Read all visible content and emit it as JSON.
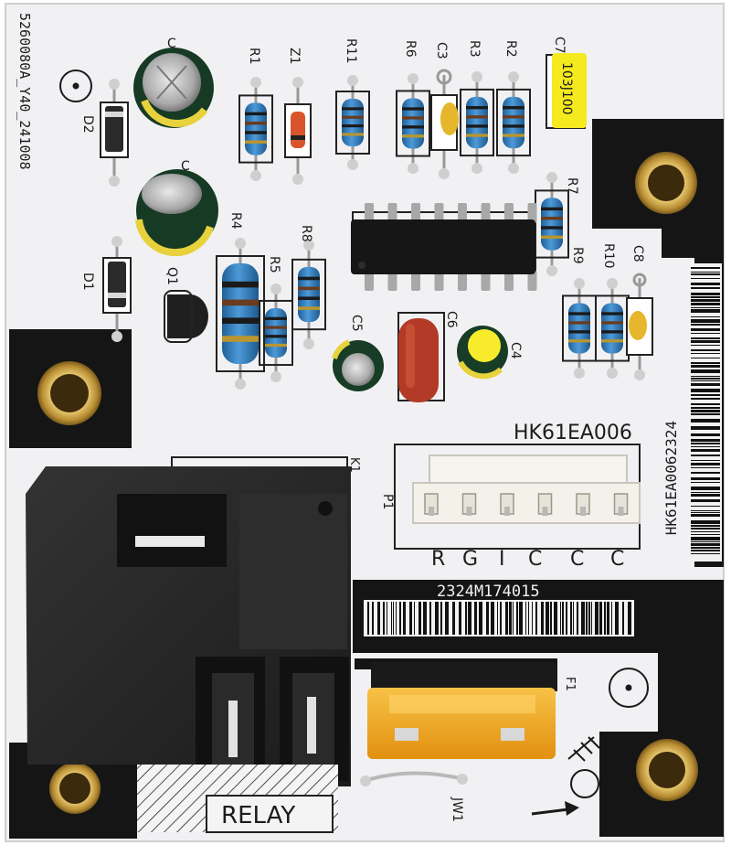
{
  "board": {
    "part_number": "HK61EA006",
    "vertical_code": "HK61EA0062324",
    "side_code": "5260080A_Y40_241008",
    "barcode_text": "2324M174015",
    "relay_label": "RELAY",
    "connector_label": "P1",
    "connector_pins": [
      "R",
      "G",
      "I",
      "C",
      "C",
      "C"
    ],
    "relay_designator": "K1",
    "fuse_designator": "F1",
    "jumper_designator": "JW1",
    "capacitor_c7_marking": "103J100"
  },
  "components": {
    "resistors": [
      "R1",
      "R11",
      "R6",
      "R3",
      "R2",
      "R7",
      "R4",
      "R5",
      "R8",
      "R9",
      "R10"
    ],
    "capacitors": [
      "C",
      "C",
      "C3",
      "C7",
      "C5",
      "C6",
      "C4",
      "C8"
    ],
    "diodes": [
      "D2",
      "D1",
      "Z1"
    ],
    "transistors": [
      "Q1"
    ]
  },
  "colors": {
    "pcb": "#f1f1f3",
    "mask_black": "#151515",
    "brass": "#c9a24a",
    "resistor_blue": "#3b87c6",
    "relay_black": "#262626",
    "fuse_amber": "#f1a91d",
    "connector_white": "#f3f1ea"
  }
}
